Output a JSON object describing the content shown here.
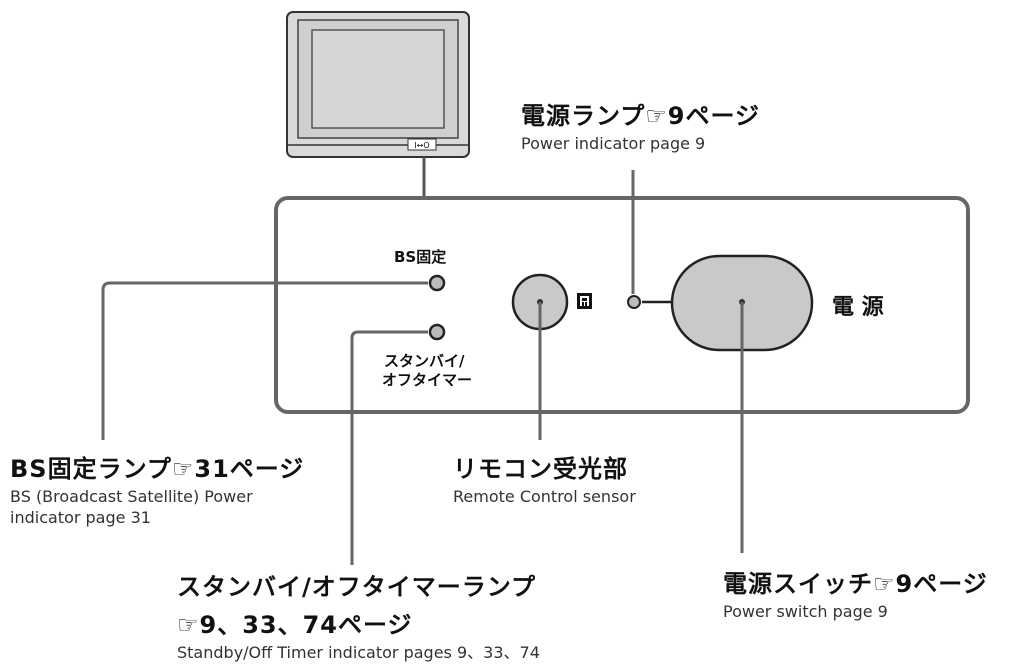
{
  "panel": {
    "bs_label": "BS固定",
    "standby_label_line1": "スタンバイ/",
    "standby_label_line2": "オフタイマー",
    "power_label": "電 源",
    "ir_icon": "IR-remote-icon"
  },
  "callouts": {
    "power_indicator": {
      "jp": "電源ランプ☞9ページ",
      "en": "Power indicator page 9"
    },
    "bs_indicator": {
      "jp": "BS固定ランプ☞31ページ",
      "en_line1": "BS (Broadcast Satellite) Power",
      "en_line2": "indicator page 31"
    },
    "remote_sensor": {
      "jp": "リモコン受光部",
      "en": "Remote Control sensor"
    },
    "power_switch": {
      "jp": "電源スイッチ☞9ページ",
      "en": "Power switch page 9"
    },
    "standby_indicator": {
      "jp_line1": "スタンバイ/オフタイマーランプ",
      "jp_line2": "☞9、33、74ページ",
      "en": "Standby/Off Timer indicator  pages 9、33、74"
    }
  }
}
